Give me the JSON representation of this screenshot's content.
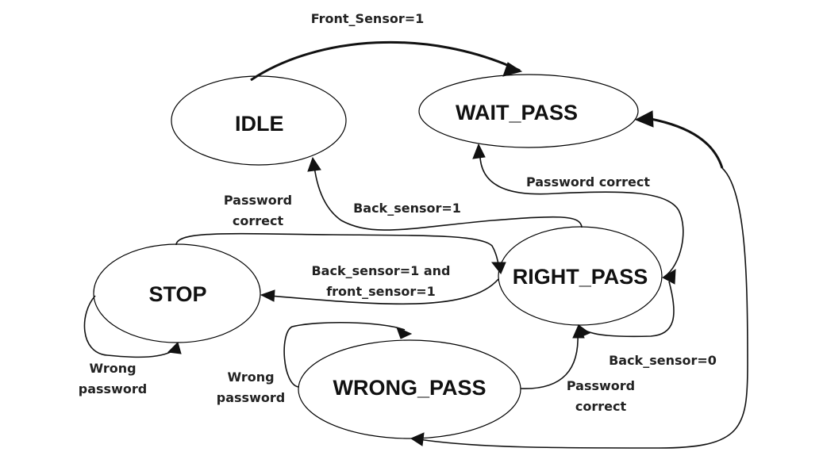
{
  "states": {
    "idle": "IDLE",
    "wait_pass": "WAIT_PASS",
    "stop": "STOP",
    "right_pass": "RIGHT_PASS",
    "wrong_pass": "WRONG_PASS"
  },
  "transitions": {
    "idle_to_wait": "Front_Sensor=1",
    "wait_to_right": "Password correct",
    "right_to_idle": "Back_sensor=1",
    "stop_to_right": [
      "Password",
      "correct"
    ],
    "right_to_stop": [
      "Back_sensor=1 and",
      "front_sensor=1"
    ],
    "stop_self": [
      "Wrong",
      "password"
    ],
    "wrong_self": [
      "Wrong",
      "password"
    ],
    "right_self": "Back_sensor=0",
    "wrong_to_right": [
      "Password",
      "correct"
    ]
  }
}
